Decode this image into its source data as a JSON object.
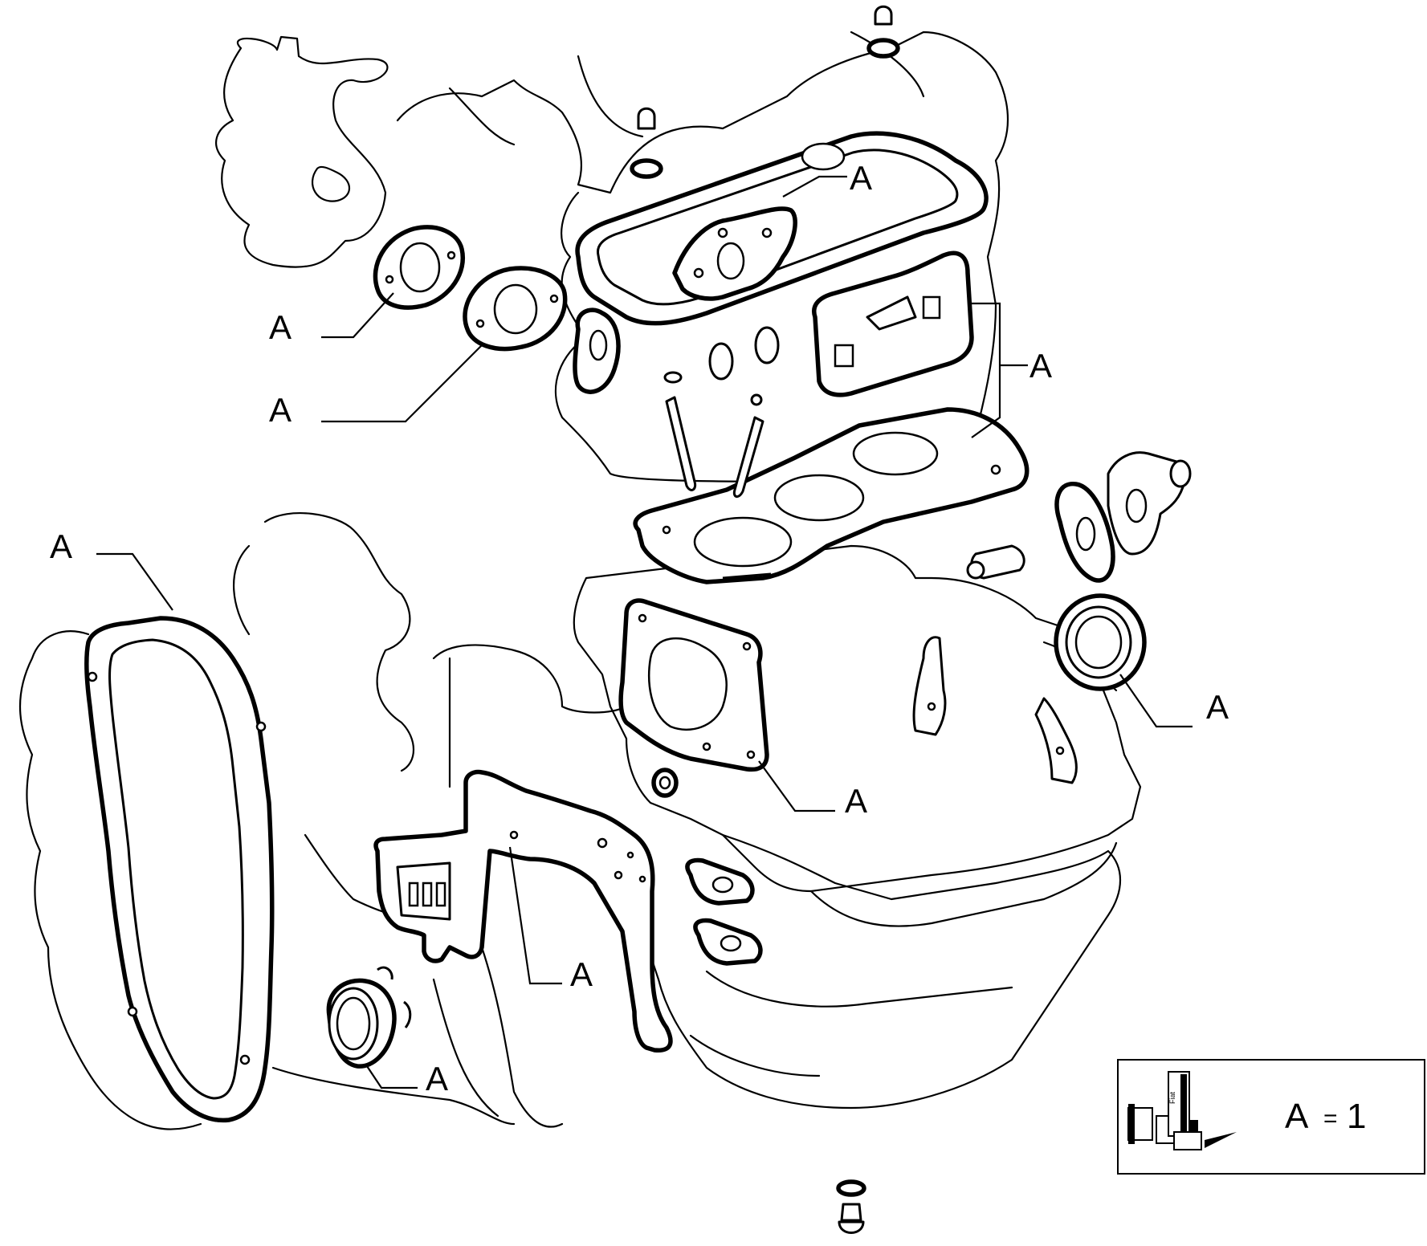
{
  "callouts": [
    {
      "id": "valve-cover-gasket",
      "label": "A"
    },
    {
      "id": "exhaust-flange-gasket-1",
      "label": "A"
    },
    {
      "id": "exhaust-flange-gasket-2",
      "label": "A"
    },
    {
      "id": "intake-manifold-gasket",
      "label": "A"
    },
    {
      "id": "timing-cover-gasket",
      "label": "A"
    },
    {
      "id": "rear-crankshaft-seal",
      "label": "A"
    },
    {
      "id": "front-plate-gasket",
      "label": "A"
    },
    {
      "id": "timing-case-gasket",
      "label": "A"
    },
    {
      "id": "front-crankshaft-seal",
      "label": "A"
    }
  ],
  "legend": {
    "symbol": "A",
    "equals": "=",
    "quantity": "1",
    "package_brand": "Fiat"
  }
}
